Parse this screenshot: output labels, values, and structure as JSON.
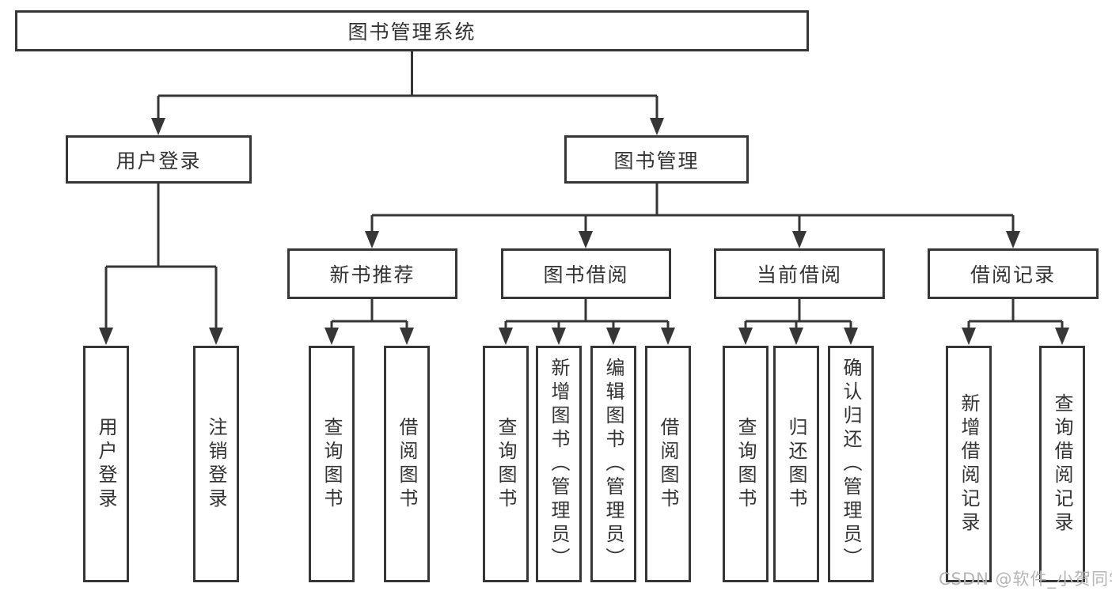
{
  "tree": {
    "root": {
      "label": "图书管理系统"
    },
    "branches": [
      {
        "label": "用户登录",
        "children": [
          {
            "label": "用户登录"
          },
          {
            "label": "注销登录"
          }
        ]
      },
      {
        "label": "图书管理",
        "sections": [
          {
            "label": "新书推荐",
            "children": [
              {
                "label": "查询图书"
              },
              {
                "label": "借阅图书"
              }
            ]
          },
          {
            "label": "图书借阅",
            "children": [
              {
                "label": "查询图书"
              },
              {
                "label": "新增图书（管理员）"
              },
              {
                "label": "编辑图书（管理员）"
              },
              {
                "label": "借阅图书"
              }
            ]
          },
          {
            "label": "当前借阅",
            "children": [
              {
                "label": "查询图书"
              },
              {
                "label": "归还图书"
              },
              {
                "label": "确认归还（管理员）"
              }
            ]
          },
          {
            "label": "借阅记录",
            "children": [
              {
                "label": "新增借阅记录"
              },
              {
                "label": "查询借阅记录"
              }
            ]
          }
        ]
      }
    ]
  },
  "watermark": {
    "text": "CSDN @软件_小贺同学"
  },
  "colors": {
    "line": "#363636",
    "text": "#333333",
    "watermark": "#b5b5b5",
    "background": "#ffffff"
  }
}
